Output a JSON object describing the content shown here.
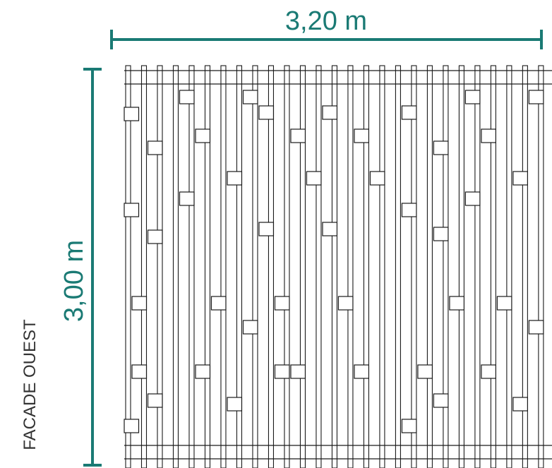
{
  "diagram": {
    "title": "FACADE OUEST",
    "width_label": "3,20 m",
    "height_label": "3,00 m",
    "colors": {
      "dimension": "#1a7a74",
      "lines": "#1a1a1a",
      "title": "#333333",
      "background": "#ffffff"
    },
    "slat_count": 27
  }
}
